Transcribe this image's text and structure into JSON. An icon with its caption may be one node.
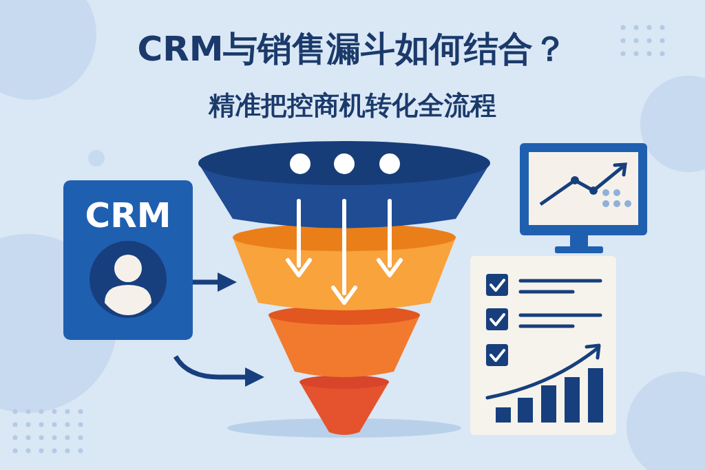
{
  "diagram": {
    "title": "CRM与销售漏斗如何结合？",
    "nodes": [
      {
        "text": [
          "CRM"
        ]
      },
      {
        "text": [],
        "shape": "picture"
      },
      {
        "text": [],
        "shape": "picture"
      },
      {
        "text": [],
        "shape": "picture"
      }
    ],
    "edges": [
      {
        "from": 0,
        "to": 1,
        "arrow": "to"
      },
      {
        "from": null,
        "to": 1,
        "arrow": "to"
      }
    ],
    "labels": [
      "精准把控商机转化全流程"
    ]
  }
}
